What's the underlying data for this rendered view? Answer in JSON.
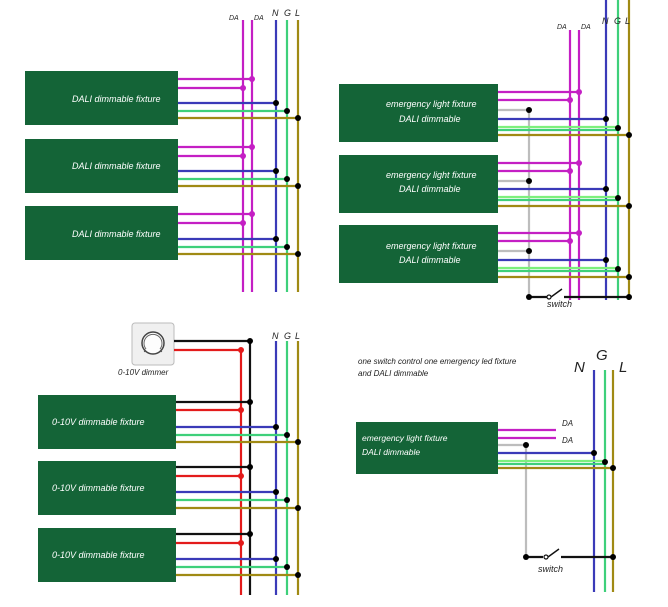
{
  "colors": {
    "fixture": "#146437",
    "dali": "#c41fc4",
    "neutral": "#3a3ab8",
    "ground": "#3ed07a",
    "ground_light": "#7cf07c",
    "live": "#a08a14",
    "black": "#111111",
    "red": "#e31b1b",
    "switch_wire": "#bdbdbd"
  },
  "bus_labels": {
    "da": "DA",
    "n": "N",
    "g": "G",
    "l": "L"
  },
  "panel_tl": {
    "fixture_label": "DALI dimmable fixture"
  },
  "panel_tr": {
    "fixture_line1": "emergency  light fixture",
    "fixture_line2": "DALI  dimmable",
    "switch_label": "switch"
  },
  "panel_bl": {
    "fixture_label": "0-10V   dimmable fixture",
    "dimmer_label": "0-10V dimmer"
  },
  "panel_br": {
    "caption_line1": "one switch control one  emergency led  fixture",
    "caption_line2": "and  DALI  dimmable",
    "fixture_line1": "emergency  light fixture",
    "fixture_line2": "DALI  dimmable",
    "switch_label": "switch"
  }
}
